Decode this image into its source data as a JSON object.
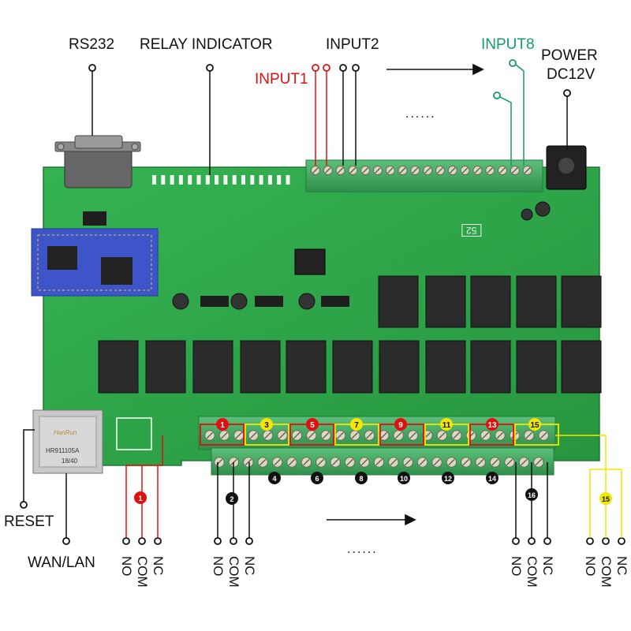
{
  "labels": {
    "rs232": "RS232",
    "relay_indicator": "RELAY INDICATOR",
    "input2": "INPUT2",
    "input1": "INPUT1",
    "input8": "INPUT8",
    "power": "POWER",
    "dc12v": "DC12V",
    "reset": "RESET",
    "wan_lan": "WAN/LAN",
    "dots_top": "......",
    "dots_bottom": "......",
    "board_id": "52",
    "jack_brand": "HanRun",
    "jack_model": "HR911105A",
    "jack_code": "18/40"
  },
  "terminal_groups": [
    {
      "no": "NO",
      "com": "COM",
      "nc": "NC"
    },
    {
      "no": "NO",
      "com": "COM",
      "nc": "NC"
    },
    {
      "no": "NO",
      "com": "COM",
      "nc": "NC"
    },
    {
      "no": "NO",
      "com": "COM",
      "nc": "NC"
    }
  ],
  "upper_relay_badges": [
    {
      "n": "1",
      "color": "#e01010"
    },
    {
      "n": "3",
      "color": "#f3e600"
    },
    {
      "n": "5",
      "color": "#e01010"
    },
    {
      "n": "7",
      "color": "#f3e600"
    },
    {
      "n": "9",
      "color": "#e01010"
    },
    {
      "n": "11",
      "color": "#f3e600"
    },
    {
      "n": "13",
      "color": "#e01010"
    },
    {
      "n": "15",
      "color": "#f3e600"
    }
  ],
  "lower_relay_badges": [
    "2",
    "4",
    "6",
    "8",
    "10",
    "12",
    "14",
    "16"
  ],
  "callout_badges": [
    {
      "n": "1",
      "color": "#e01010"
    },
    {
      "n": "15",
      "color": "#f3e600"
    }
  ],
  "colors": {
    "pcb": "#2fa84a",
    "pcb_dark": "#23863b",
    "terminal": "#3aa35c",
    "relay": "#2b2b2b",
    "red": "#e01010",
    "yellow": "#f3e600",
    "green_text": "#159a6a"
  }
}
